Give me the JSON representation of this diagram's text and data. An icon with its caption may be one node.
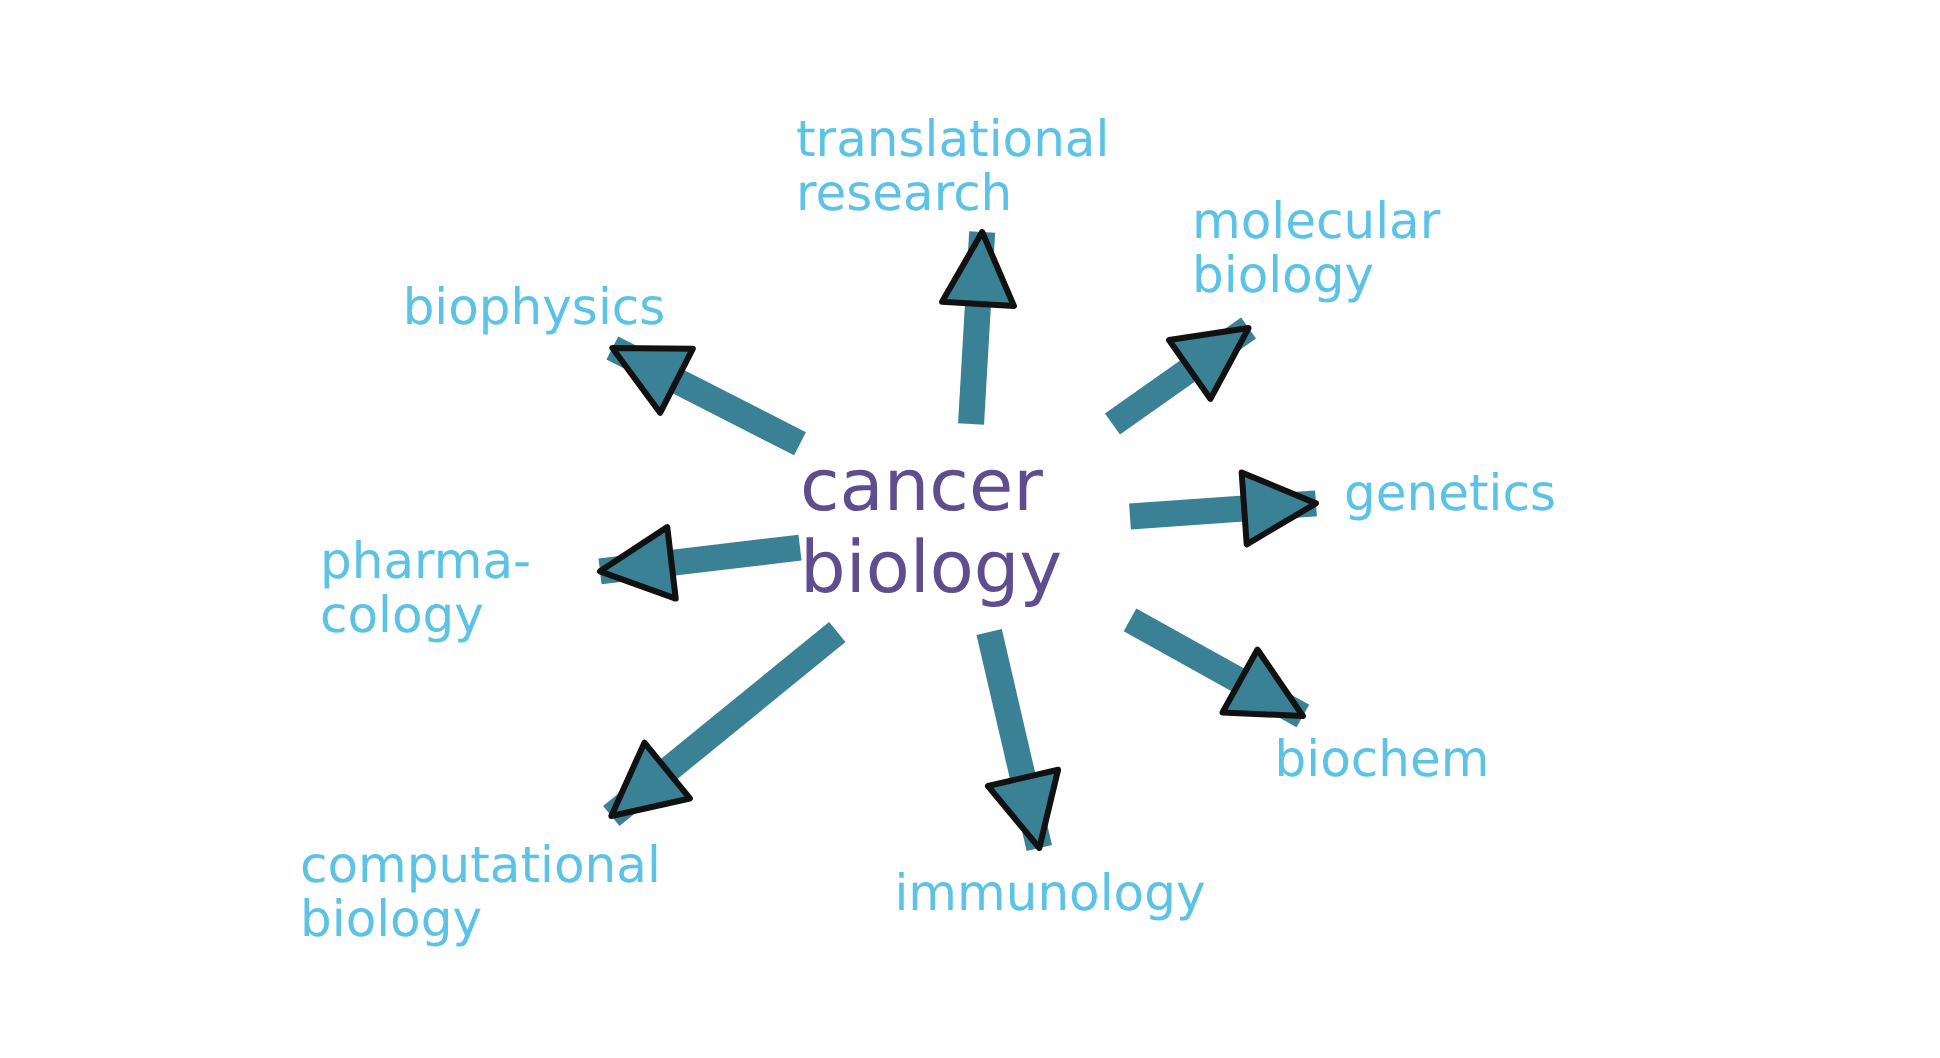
{
  "diagram": {
    "nodes": [
      {
        "text": [
          "translational research"
        ]
      },
      {
        "text": [
          "molecular biology"
        ]
      },
      {
        "text": [
          "biophysics"
        ]
      },
      {
        "text": [
          "cancer biology"
        ]
      },
      {
        "text": [
          "genetics"
        ]
      },
      {
        "text": [
          "pharma- cology"
        ]
      },
      {
        "text": [
          "biochem"
        ]
      },
      {
        "text": [
          "computational biology"
        ]
      },
      {
        "text": [
          "immunology"
        ]
      }
    ],
    "edges": [
      {
        "from": 3,
        "to": 0,
        "arrow": "to"
      },
      {
        "from": 3,
        "to": 1,
        "arrow": "to"
      },
      {
        "from": 3,
        "to": 2,
        "arrow": "to"
      },
      {
        "from": 3,
        "to": 4,
        "arrow": "to"
      },
      {
        "from": 3,
        "to": 5,
        "arrow": "to"
      },
      {
        "from": 3,
        "to": 6,
        "arrow": "to"
      },
      {
        "from": 3,
        "to": 7,
        "arrow": "to"
      },
      {
        "from": 3,
        "to": 8,
        "arrow": "to"
      }
    ]
  }
}
